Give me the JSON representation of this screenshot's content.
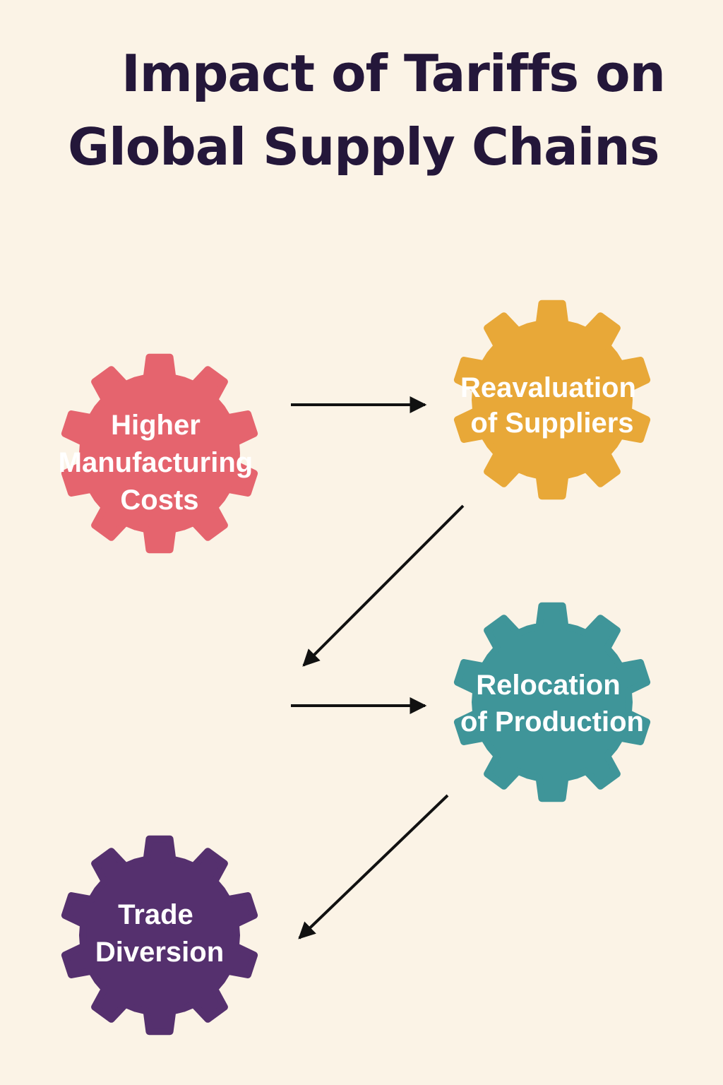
{
  "title": {
    "line1": "Impact of Tariffs on",
    "line2": "Global Supply Chains"
  },
  "nodes": [
    {
      "id": "higher-manufacturing-costs",
      "lines": [
        "Higher",
        "Manufacturing",
        "Costs"
      ],
      "color": "#E5646E"
    },
    {
      "id": "reavaluation-of-suppliers",
      "lines": [
        "Reavaluation",
        "of Suppliers"
      ],
      "color": "#E8A838"
    },
    {
      "id": "relocation-of-production",
      "lines": [
        "Relocation",
        "of Production"
      ],
      "color": "#3F9599"
    },
    {
      "id": "trade-diversion",
      "lines": [
        "Trade",
        "Diversion"
      ],
      "color": "#55306E"
    }
  ],
  "colors": {
    "background": "#FBF3E6",
    "title": "#24173A",
    "arrow": "#111111"
  }
}
